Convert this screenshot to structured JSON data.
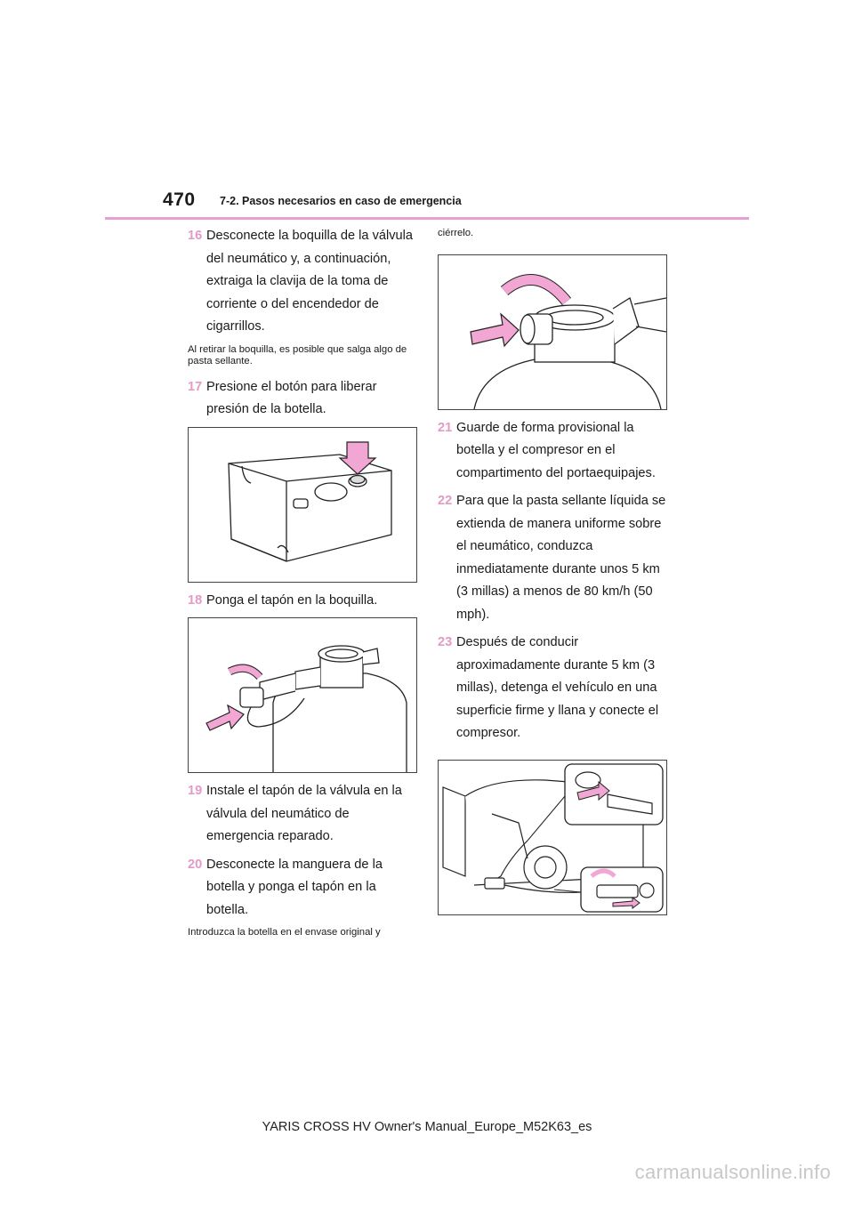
{
  "header": {
    "page_number": "470",
    "section": "7-2. Pasos necesarios en caso de emergencia"
  },
  "left": {
    "step16": {
      "num": "16",
      "text": "Desconecte la boquilla de la válvula del neumático y, a continuación, extraiga la clavija de la toma de corriente o del encendedor de cigarrillos."
    },
    "note16": "Al retirar la boquilla, es posible que salga algo de pasta sellante.",
    "step17": {
      "num": "17",
      "text": "Presione el botón para liberar presión de la botella."
    },
    "step18": {
      "num": "18",
      "text": "Ponga el tapón en la boquilla."
    },
    "step19": {
      "num": "19",
      "text": "Instale el tapón de la válvula en la válvula del neumático de emergencia reparado."
    },
    "step20": {
      "num": "20",
      "text": "Desconecte la manguera de la botella y ponga el tapón en la botella."
    },
    "note20": "Introduzca la botella en el envase original y"
  },
  "right": {
    "note20_cont": "ciérrelo.",
    "step21": {
      "num": "21",
      "text": "Guarde de forma provisional la botella y el compresor en el compartimento del portaequipajes."
    },
    "step22": {
      "num": "22",
      "text": "Para que la pasta sellante líquida se extienda de manera uniforme sobre el neumático, conduzca inmediatamente durante unos 5 km (3 millas) a menos de 80 km/h (50 mph)."
    },
    "step23": {
      "num": "23",
      "text": "Después de conducir aproximadamente durante 5 km (3 millas), detenga el vehículo en una superficie firme y llana y conecte el compresor."
    }
  },
  "footer": {
    "text": "YARIS CROSS HV Owner's Manual_Europe_M52K63_es"
  },
  "watermark": {
    "text": "carmanualsonline.info"
  },
  "colors": {
    "accent": "#e39ac7",
    "rule": "#e7a0cf",
    "arrow": "#f2a6d4"
  }
}
